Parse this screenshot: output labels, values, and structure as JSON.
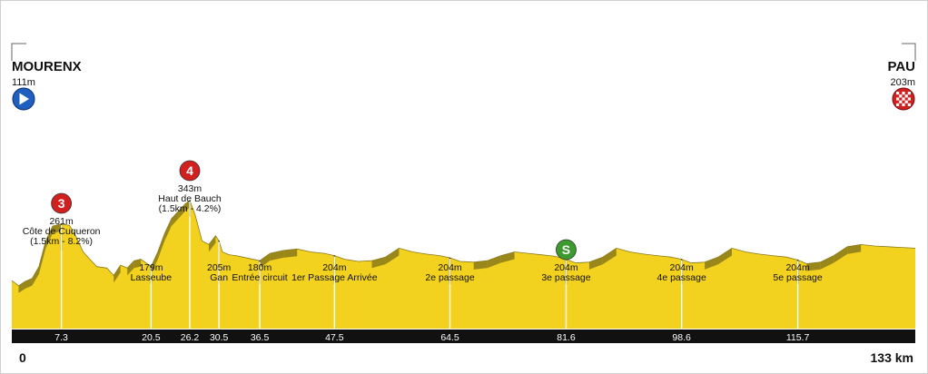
{
  "start": {
    "name": "MOURENX",
    "altitude": "111m",
    "icon": "play-arrow-icon",
    "color": "#1f5fbf"
  },
  "finish": {
    "name": "PAU",
    "altitude": "203m",
    "icon": "checkered-flag-icon",
    "color": "#d21f1f"
  },
  "colors": {
    "profile": "#f3d21f",
    "profile_shadow": "#8a7a1a",
    "km_bar": "#111111",
    "climb_badge": "#d21f1f",
    "sprint_badge": "#3d9a2e"
  },
  "chart_data": {
    "type": "area",
    "distance_unit": "km",
    "total_distance": 133,
    "axis": {
      "start_label": "0",
      "end_label": "133 km"
    },
    "profile": [
      [
        0,
        111
      ],
      [
        1,
        104
      ],
      [
        2,
        110
      ],
      [
        3,
        114
      ],
      [
        4,
        130
      ],
      [
        5,
        165
      ],
      [
        6,
        185
      ],
      [
        7.3,
        188
      ],
      [
        8.5,
        186
      ],
      [
        9.5,
        170
      ],
      [
        10.5,
        150
      ],
      [
        11.5,
        140
      ],
      [
        12.5,
        130
      ],
      [
        14,
        128
      ],
      [
        15,
        118
      ],
      [
        16,
        132
      ],
      [
        17,
        128
      ],
      [
        18,
        138
      ],
      [
        19,
        140
      ],
      [
        20.5,
        130
      ],
      [
        21.5,
        150
      ],
      [
        22.5,
        175
      ],
      [
        23.5,
        195
      ],
      [
        24.5,
        205
      ],
      [
        25.5,
        215
      ],
      [
        26.2,
        220
      ],
      [
        27,
        200
      ],
      [
        28,
        165
      ],
      [
        29,
        160
      ],
      [
        30,
        172
      ],
      [
        30.5,
        165
      ],
      [
        31,
        150
      ],
      [
        32,
        146
      ],
      [
        33,
        145
      ],
      [
        34,
        143
      ],
      [
        35,
        141
      ],
      [
        36.5,
        138
      ],
      [
        38,
        148
      ],
      [
        40,
        152
      ],
      [
        42,
        154
      ],
      [
        44,
        150
      ],
      [
        46,
        148
      ],
      [
        47.5,
        145
      ],
      [
        49,
        140
      ],
      [
        51,
        137
      ],
      [
        53,
        138
      ],
      [
        55,
        143
      ],
      [
        57,
        155
      ],
      [
        59,
        150
      ],
      [
        61,
        147
      ],
      [
        63,
        145
      ],
      [
        64.5,
        142
      ],
      [
        66,
        137
      ],
      [
        68,
        136
      ],
      [
        70,
        138
      ],
      [
        72,
        145
      ],
      [
        74,
        150
      ],
      [
        76,
        148
      ],
      [
        78,
        146
      ],
      [
        80,
        144
      ],
      [
        81.6,
        140
      ],
      [
        83,
        135
      ],
      [
        85,
        136
      ],
      [
        87,
        143
      ],
      [
        89,
        155
      ],
      [
        91,
        150
      ],
      [
        93,
        147
      ],
      [
        95,
        145
      ],
      [
        97,
        143
      ],
      [
        98.6,
        140
      ],
      [
        100,
        135
      ],
      [
        102,
        136
      ],
      [
        104,
        143
      ],
      [
        106,
        155
      ],
      [
        108,
        150
      ],
      [
        110,
        147
      ],
      [
        112,
        145
      ],
      [
        114,
        143
      ],
      [
        115.7,
        139
      ],
      [
        117,
        134
      ],
      [
        119,
        136
      ],
      [
        121,
        145
      ],
      [
        123,
        157
      ],
      [
        125,
        160
      ],
      [
        127,
        158
      ],
      [
        129,
        157
      ],
      [
        131,
        156
      ],
      [
        133,
        155
      ]
    ],
    "waypoints": [
      {
        "km": 7.3,
        "km_label": "7.3",
        "lines": [
          "261m",
          "Côte de Cuqueron",
          "(1.5km - 8.2%)"
        ],
        "badge": "3",
        "badge_type": "climb"
      },
      {
        "km": 20.5,
        "km_label": "20.5",
        "lines": [
          "179m",
          "Lasseube"
        ]
      },
      {
        "km": 26.2,
        "km_label": "26.2",
        "lines": [
          "343m",
          "Haut de Bauch",
          "(1.5km - 4.2%)"
        ],
        "badge": "4",
        "badge_type": "climb"
      },
      {
        "km": 30.5,
        "km_label": "30.5",
        "lines": [
          "205m",
          "Gan"
        ]
      },
      {
        "km": 36.5,
        "km_label": "36.5",
        "lines": [
          "180m",
          "Entrée circuit"
        ]
      },
      {
        "km": 47.5,
        "km_label": "47.5",
        "lines": [
          "204m",
          "1er Passage Arrivée"
        ]
      },
      {
        "km": 64.5,
        "km_label": "64.5",
        "lines": [
          "204m",
          "2e passage"
        ]
      },
      {
        "km": 81.6,
        "km_label": "81.6",
        "lines": [
          "204m",
          "3e passage"
        ],
        "badge": "S",
        "badge_type": "sprint"
      },
      {
        "km": 98.6,
        "km_label": "98.6",
        "lines": [
          "204m",
          "4e passage"
        ]
      },
      {
        "km": 115.7,
        "km_label": "115.7",
        "lines": [
          "204m",
          "5e passage"
        ]
      }
    ]
  }
}
